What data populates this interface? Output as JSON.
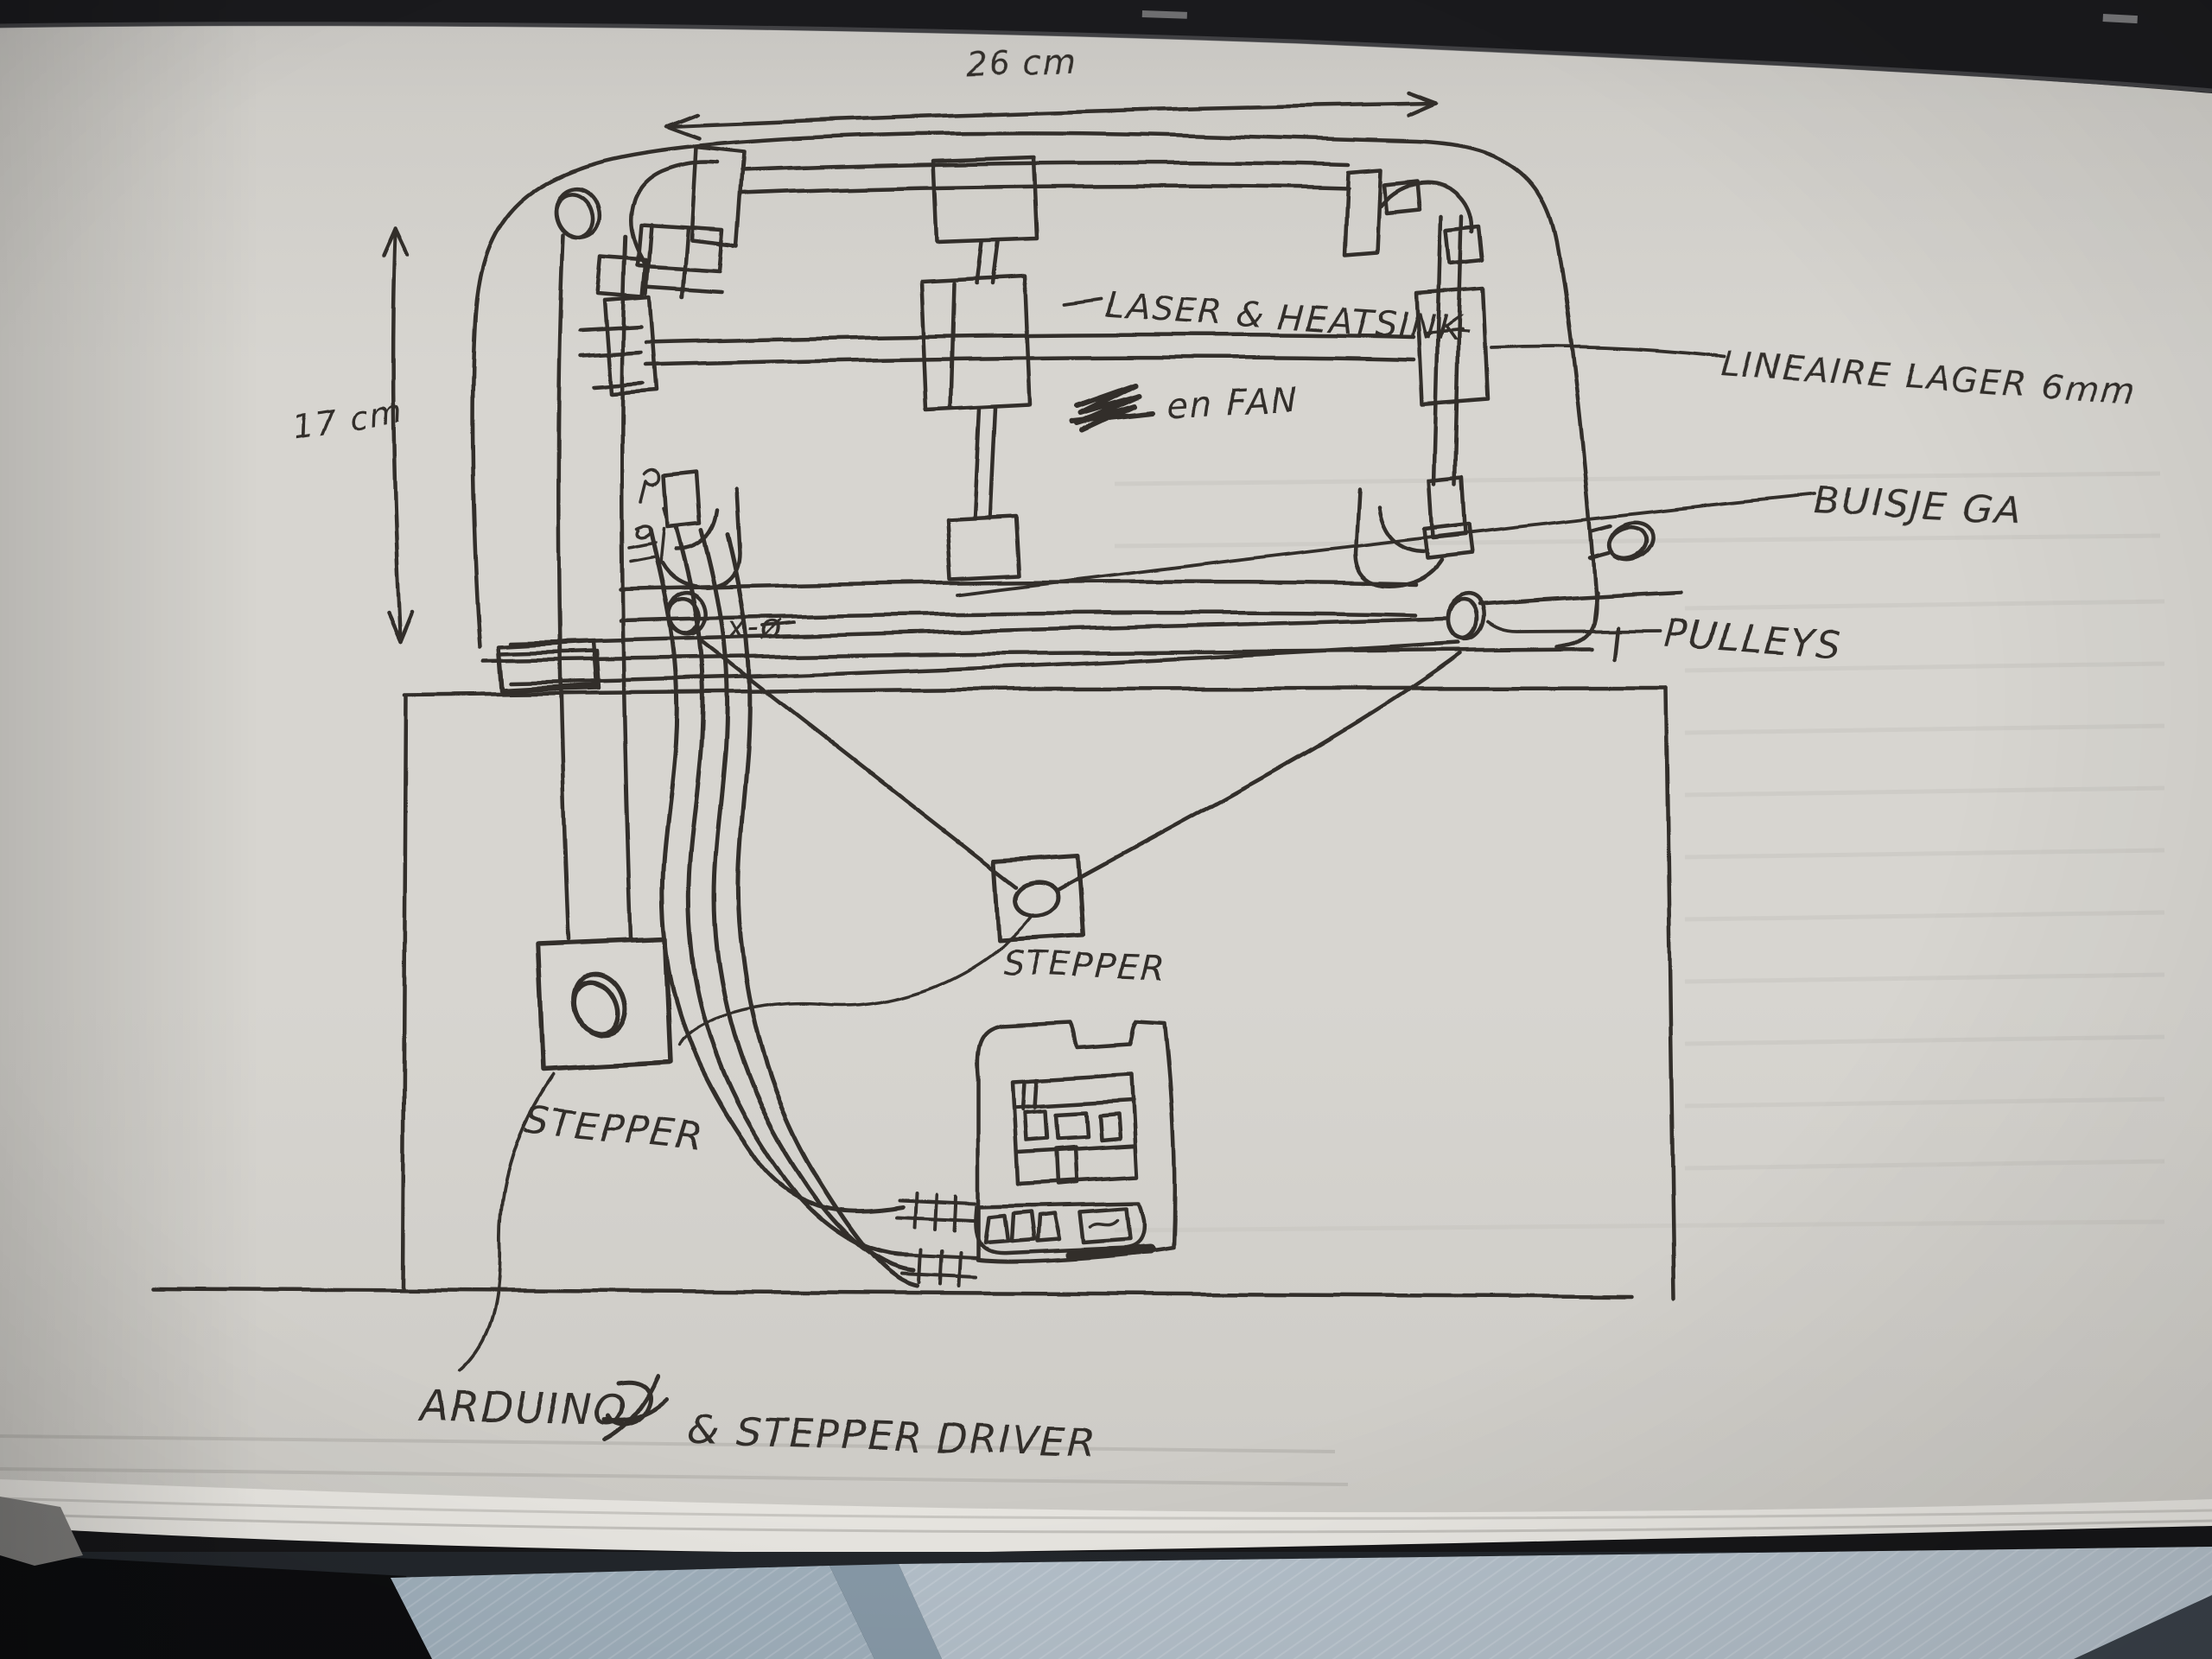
{
  "photo_subject": "hand-drawn laser machine sketch in a notebook",
  "colors": {
    "ink": "#312f2b",
    "paper": "#d5d3ce",
    "notebook_cover": "#17171a",
    "denim_left": "#9fafbb",
    "denim_right": "#b3bfc9",
    "shadow": "#0c0d0f"
  },
  "dimensions": {
    "width_label": "26 cm",
    "height_label": "17 cm"
  },
  "annotations": {
    "laser_heatsink": "LASER & HEATSINK-",
    "fan": "en FAN",
    "linear_bearing": "LINEAIRE LAGER 6mm",
    "tube": "BUISJE GA",
    "pulleys": "PULLEYS",
    "x_axis": "x-ø",
    "stepper_center": "STEPPER",
    "stepper_left": "STEPPER",
    "arduino_prefix": "ARDUINO",
    "arduino_suffix": "& STEPPER DRIVER"
  }
}
